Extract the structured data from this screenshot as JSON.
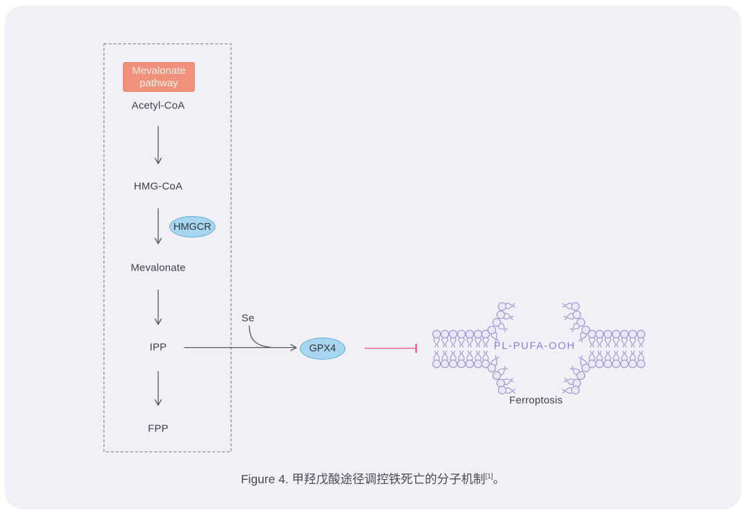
{
  "figure": {
    "pathway_box_label": "Mevalonate\npathway",
    "nodes": {
      "acetyl_coa": "Acetyl-CoA",
      "hmg_coa": "HMG-CoA",
      "mevalonate": "Mevalonate",
      "ipp": "IPP",
      "fpp": "FPP"
    },
    "enzymes": {
      "hmgcr": "HMGCR",
      "gpx4": "GPX4"
    },
    "cofactor_label": "Se",
    "lipid_label": "PL-PUFA-OOH",
    "outcome_label": "Ferroptosis",
    "colors": {
      "panel_background": "#f2f0f6",
      "pathway_box_fill": "#f0917b",
      "pathway_box_border": "#e87e61",
      "enzyme_fill": "#a8d5f0",
      "enzyme_border": "#62aede",
      "arrow": "#55555e",
      "inhibition": "#ee6090",
      "lipid": "#a195d5",
      "lipid_text": "#8f80d2"
    }
  },
  "caption": {
    "text": "Figure 4. 甲羟戊酸途径调控铁死亡的分子机制",
    "reference": "[1]",
    "period": "。"
  }
}
